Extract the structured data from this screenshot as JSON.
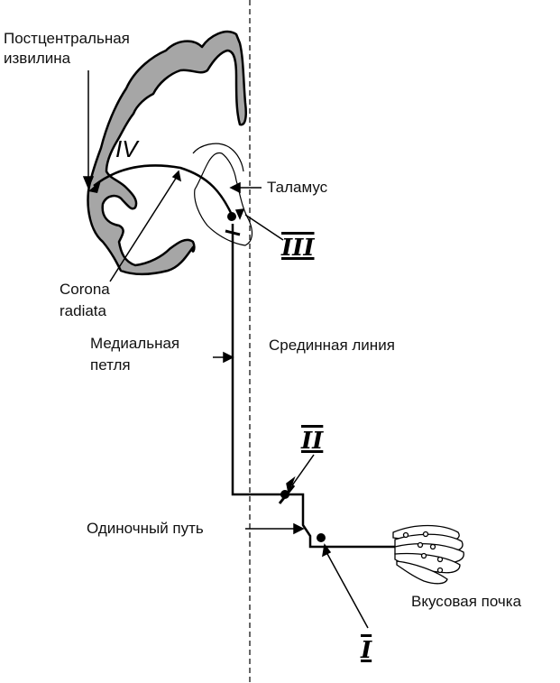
{
  "labels": {
    "postcentral_line1": "Постцентральная",
    "postcentral_line2": "извилина",
    "thalamus": "Таламус",
    "corona_line1": "Corona",
    "corona_line2": "radiata",
    "medial_line1": "Медиальная",
    "medial_line2": "петля",
    "midline": "Срединная линия",
    "solitary_tract": "Одиночный путь",
    "taste_bud": "Вкусовая почка"
  },
  "neuron_numerals": {
    "first": "I",
    "second": "II",
    "third": "III",
    "fourth": "IV"
  },
  "colors": {
    "cortex_fill": "#a6a6a6",
    "outline": "#000000",
    "midline": "#333333"
  }
}
